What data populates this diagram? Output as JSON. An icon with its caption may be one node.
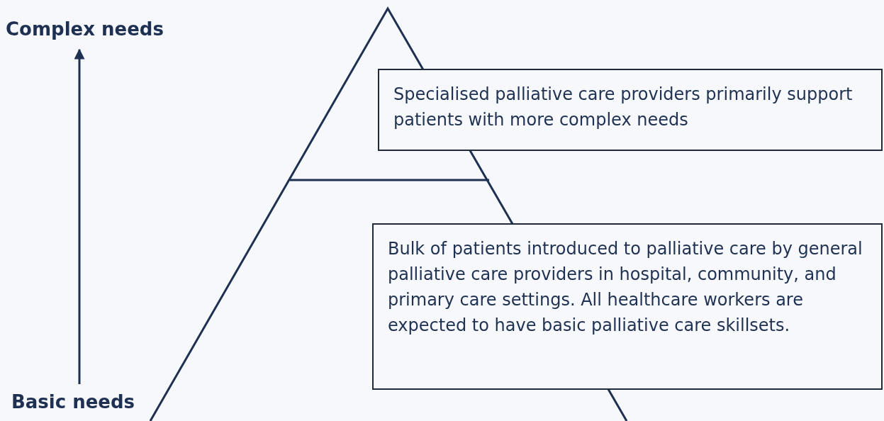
{
  "diagram": {
    "nodes": [
      {
        "text": [
          "Complex needs"
        ]
      },
      {
        "text": [
          "Specialised palliative care providers primarily support patients with more complex needs"
        ]
      },
      {
        "text": [
          "Bulk of patients introduced to palliative care by general palliative care providers in hospital, community, and primary care settings. All healthcare workers are expected to have basic palliative care skillsets."
        ]
      },
      {
        "text": [
          "Basic needs"
        ]
      }
    ],
    "edges": [
      {
        "from": 3,
        "to": 0,
        "arrow": "to"
      }
    ]
  }
}
